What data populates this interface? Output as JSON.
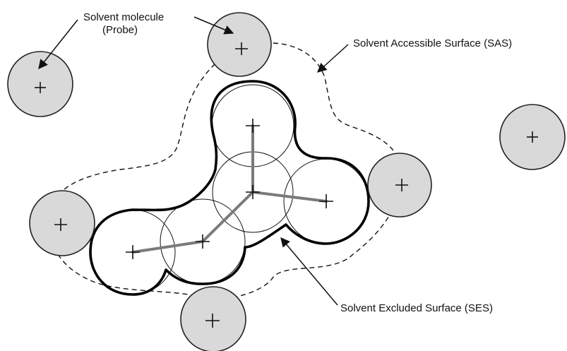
{
  "labels": {
    "probe_line1": "Solvent molecule",
    "probe_line2": "(Probe)",
    "sas": "Solvent Accessible Surface (SAS)",
    "ses": "Solvent Excluded Surface (SES)"
  },
  "colors": {
    "probe_fill": "#d9d9d9",
    "bond": "#7a7a7a",
    "line": "#111111",
    "background": "#ffffff"
  }
}
